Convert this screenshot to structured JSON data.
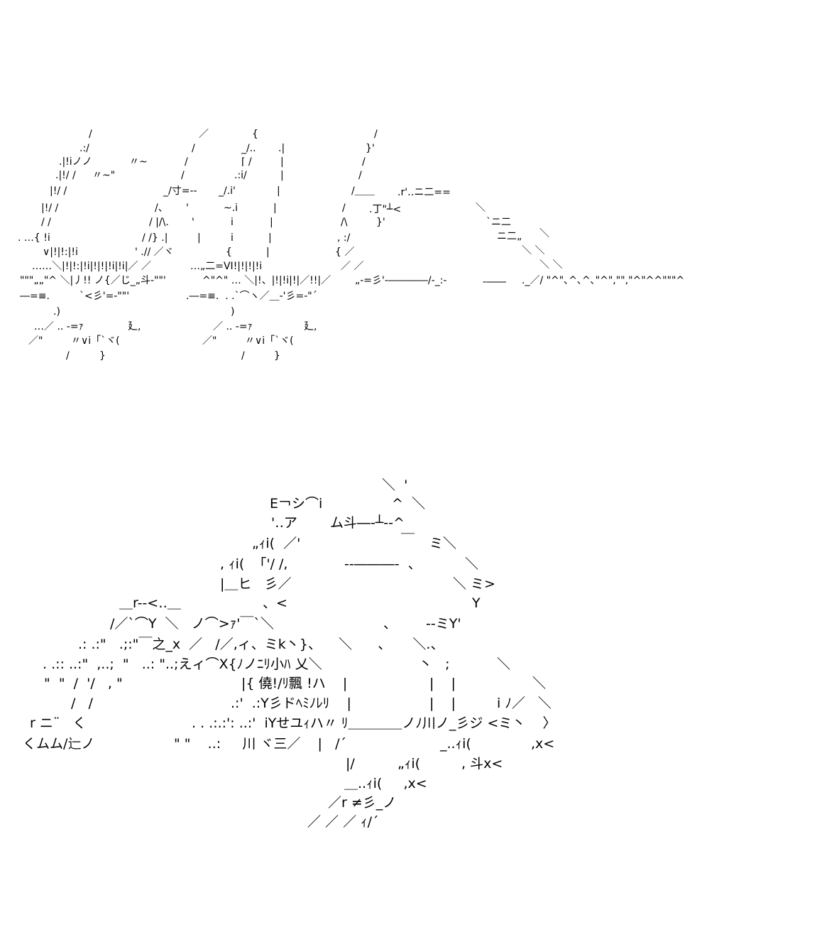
{
  "art_top": [
    "/",
    "／",
    "{",
    "/",
    ".:/",
    "/",
    "_/..",
    ".|",
    "}'",
    ".|!iノノ",
    "〃~",
    "/",
    "⌈ /",
    "|",
    "/",
    ".|!/ /",
    "〃~\"",
    "/",
    ".:i/",
    "|",
    "/",
    "|!/ /",
    "_/寸=--",
    "_/.i'",
    "|",
    "/＿＿",
    ".r'‥ニ二==",
    "|!/ /",
    "/、",
    "'",
    "~.i",
    "|",
    "/",
    ".丁\"┴<",
    "＼",
    "/ /",
    "/ |/\\.",
    "'",
    "i",
    "|",
    "/\\",
    "}'",
    "`ニ二",
    ". …{ !i",
    "/ /} .|",
    "|",
    "i",
    "|",
    ", :/",
    "ニ二„",
    "＼",
    "∨|!|!:|!i",
    "' .// ／ヾ",
    "{",
    "|",
    "{ ／",
    "＼ ＼",
    "……＼|!|!:|!i|!|!|!i|!i|／ ／",
    "…„二=VI!|!|!|!i",
    "／ ／",
    "＼ ＼",
    "\"\"\"„„\"^ ＼|丿!! ノ{／じ_„斗-\"\"'",
    "^\"^\" … ＼|!、|!|!i|!|／!!|／",
    "„-=彡'‐――――/-_:‐",
    "‐――",
    "._／/ \"^\"､^､^､\"^\",\"\",\"^\"^^\"\"\"^",
    "―=≡.",
    "`<彡'=-\"\"'",
    ".―=≡.  . .`⌒ヽ／＿‐'彡=-\"´",
    ".)",
    ")",
    "…／ .. ‐=ｧ",
    "廴,",
    "／ .. ‐=ｧ",
    "廴,",
    "／\"",
    "〃∨i「`ヾ(",
    "／\"",
    "〃∨i「`ヾ(",
    "/",
    "}",
    "/",
    "}"
  ],
  "art_bottom": [
    "＼  '",
    "E￢シ⌒i",
    "^  ＼",
    "'‥ア",
    "ム斗―-┴--^",
    "„ｨi(  ／'",
    "￣",
    "ミ＼",
    ", ｨi(  「'/ /,",
    "--―――-  、",
    "＼",
    "|＿ヒ   彡／",
    "＼ ミ>",
    "＿r--<‥＿",
    "、<",
    "Y",
    "/／`⌒Y  ＼   ノ⌒>ｧ'￣`＼",
    "、",
    "--ミY'",
    ".: .:\"   .;:\"￣之_x  ／   /／,ィ、ミk丶}、    ＼      、     ＼.、",
    ". .:: ..:\"  ,..;  \"   ..: \"..;えィ⌒X{ﾉノﾆﾘ小ﾊ 乂＼",
    "丶   ;",
    "＼",
    "\"  \"  /  '/   , \"",
    "|{ 僥!/ﾘ飄 !ハ    |",
    "|    |",
    "＼",
    "/   /",
    ".:'  .:Y彡ドﾍﾐﾉﾚﾘ    |",
    "|    |",
    "i ﾉ／   ＼",
    "r ニ¨   く",
    ". . .:.:': ..:'  iYせユｨハ〃 ﾘ＿＿＿＿ノﾉ川ノ_彡ジ <ミ丶    〉",
    "くムム/辷ノ",
    "\" \"    ..:     川 ヾ三／    |   /´",
    "_..ｨi(",
    ",x<",
    "|/",
    "„ｨi(",
    ", 斗x<",
    "＿..ｨi(     ,x<",
    "／r ≠彡_ノ",
    "／ ／ ／ ｨ/´"
  ]
}
